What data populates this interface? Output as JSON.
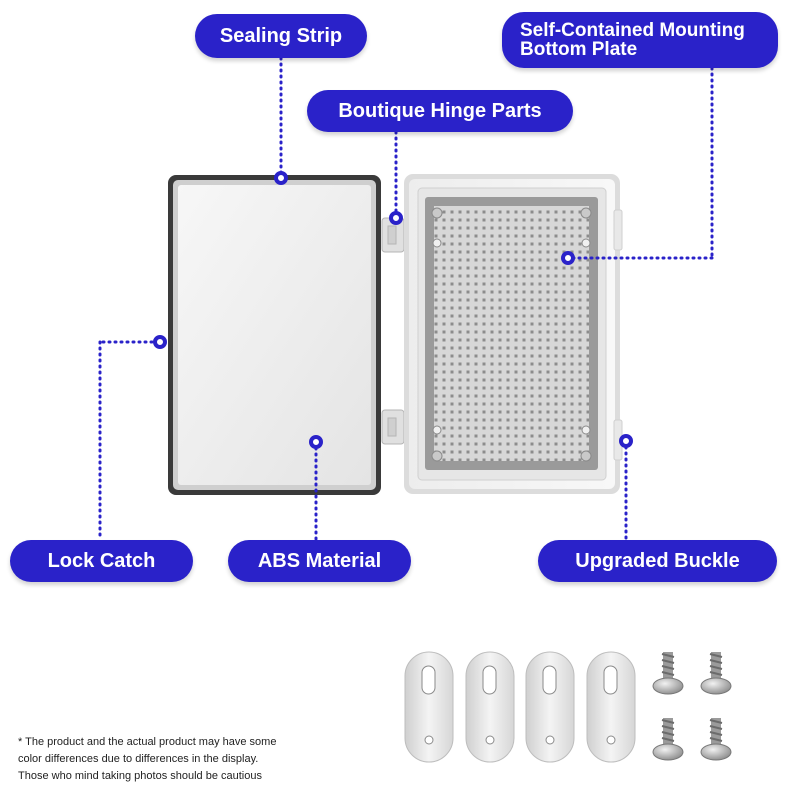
{
  "labels": {
    "sealing_strip": "Sealing Strip",
    "mounting_plate_line1": "Self-Contained Mounting",
    "mounting_plate_line2": "Bottom Plate",
    "hinge_parts": "Boutique Hinge Parts",
    "lock_catch": "Lock Catch",
    "abs_material": "ABS Material",
    "upgraded_buckle": "Upgraded Buckle"
  },
  "disclaimer": {
    "line1": "* The product and the actual product may have some",
    "line2": "color differences due to differences in  the display.",
    "line3": "Those who mind taking photos should be cautious"
  },
  "colors": {
    "accent": "#2a22c9",
    "callout_dots": "#2a22c9"
  },
  "accessories": {
    "bracket_icon": "mounting-bracket-icon",
    "screw_icon": "screw-icon"
  }
}
